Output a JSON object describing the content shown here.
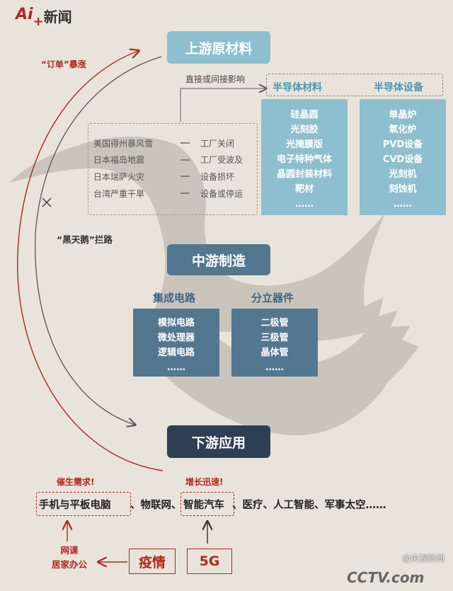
{
  "logo": {
    "prefix": "Ai",
    "plus": "+",
    "text": "新闻"
  },
  "watermark": {
    "weibo": "@央视新闻",
    "cctv": "CCTV.com"
  },
  "upstream": {
    "title": "上游原材料",
    "influence_label": "直接或间接影响",
    "materials": {
      "title": "半导体材料",
      "items": [
        "硅晶圆",
        "光刻胶",
        "光掩膜版",
        "电子特种气体",
        "晶圆封装材料",
        "靶材",
        "……"
      ]
    },
    "equipment": {
      "title": "半导体设备",
      "items": [
        "单晶炉",
        "氧化炉",
        "PVD设备",
        "CVD设备",
        "光刻机",
        "刻蚀机",
        "……"
      ]
    }
  },
  "events": [
    {
      "cause": "美国得州暴风雪",
      "effect": "工厂关闭"
    },
    {
      "cause": "日本福岛地震",
      "effect": "工厂受波及"
    },
    {
      "cause": "日本瑞萨火灾",
      "effect": "设备损坏"
    },
    {
      "cause": "台湾严重干旱",
      "effect": "设备或停运"
    }
  ],
  "arrows": {
    "orders": "“订单”暴涨",
    "black_swan": "“黑天鹅”拦路"
  },
  "midstream": {
    "title": "中游制造",
    "ic": {
      "title": "集成电路",
      "items": [
        "模拟电路",
        "微处理器",
        "逻辑电路",
        "……"
      ]
    },
    "discrete": {
      "title": "分立器件",
      "items": [
        "二极管",
        "三极管",
        "晶体管",
        "……"
      ]
    }
  },
  "downstream": {
    "title": "下游应用",
    "demand_label": "催生需求!",
    "growth_label": "增长迅速!",
    "phones": "手机与平板电脑",
    "iot": "、物联网、",
    "cars": "智能汽车",
    "others": "、医疗、人工智能、军事太空……",
    "online": "网课\n居家办公",
    "pandemic": "疫情",
    "fiveg": "5G"
  },
  "colors": {
    "background": "#e9e4db",
    "swan": "#c9c4bc",
    "light_blue": "#8dbfcf",
    "mid_blue": "#547790",
    "dark_navy": "#2e3f55",
    "red": "#b3261e"
  }
}
